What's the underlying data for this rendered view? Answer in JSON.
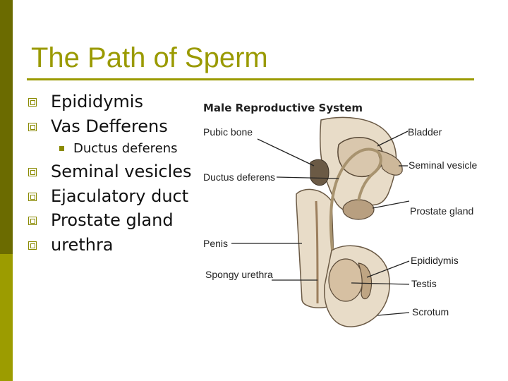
{
  "slide": {
    "title": "The Path of Sperm",
    "bullets": [
      "Epididymis",
      "Vas Defferens",
      "Seminal vesicles",
      "Ejaculatory duct",
      "Prostate gland",
      "urethra"
    ],
    "sub_bullet": "Ductus deferens"
  },
  "diagram": {
    "title": "Male Reproductive System",
    "labels": {
      "pubic_bone": "Pubic bone",
      "ductus_deferens": "Ductus deferens",
      "penis": "Penis",
      "spongy_urethra": "Spongy urethra",
      "bladder": "Bladder",
      "seminal_vesicle": "Seminal vesicle",
      "prostate_gland": "Prostate gland",
      "epididymis": "Epididymis",
      "testis": "Testis",
      "scrotum": "Scrotum"
    }
  },
  "colors": {
    "accent": "#9a9a00",
    "sidebar_dark": "#6b6b00",
    "sidebar_light": "#9c9c00"
  }
}
